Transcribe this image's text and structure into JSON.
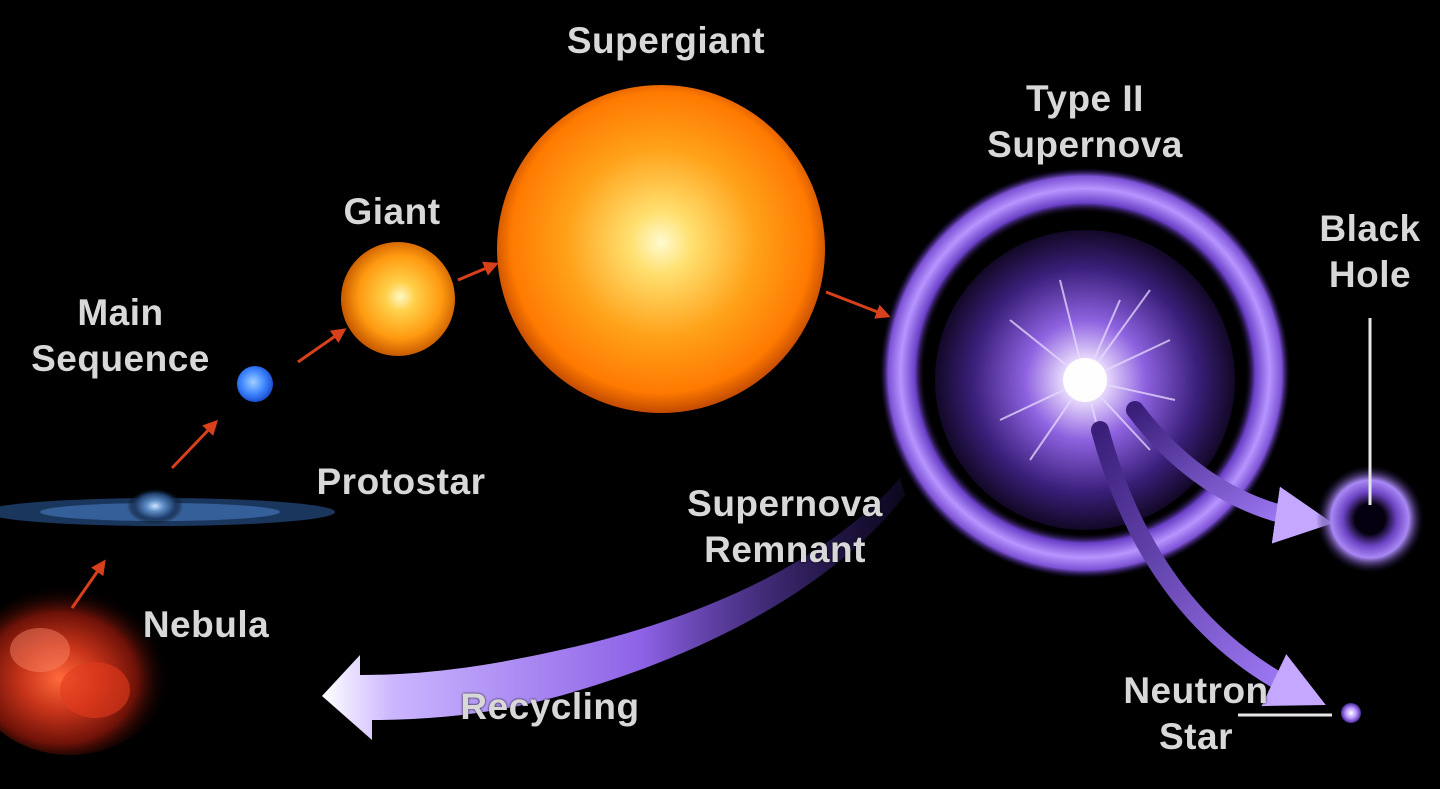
{
  "labels": {
    "supergiant": "Supergiant",
    "type2_supernova": [
      "Type II",
      "Supernova"
    ],
    "giant": "Giant",
    "black_hole": [
      "Black",
      "Hole"
    ],
    "main_sequence": [
      "Main",
      "Sequence"
    ],
    "protostar": "Protostar",
    "supernova_remnant": [
      "Supernova",
      "Remnant"
    ],
    "nebula": "Nebula",
    "recycling": "Recycling",
    "neutron_star": [
      "Neutron",
      "Star"
    ]
  },
  "colors": {
    "background": "#000000",
    "label_text": "#d8d8d8",
    "arrow_red": "#d8401c",
    "star_orange": "#ff8a00",
    "main_sequence_blue": "#3f86ff",
    "supernova_purple": "#9b6bff"
  }
}
